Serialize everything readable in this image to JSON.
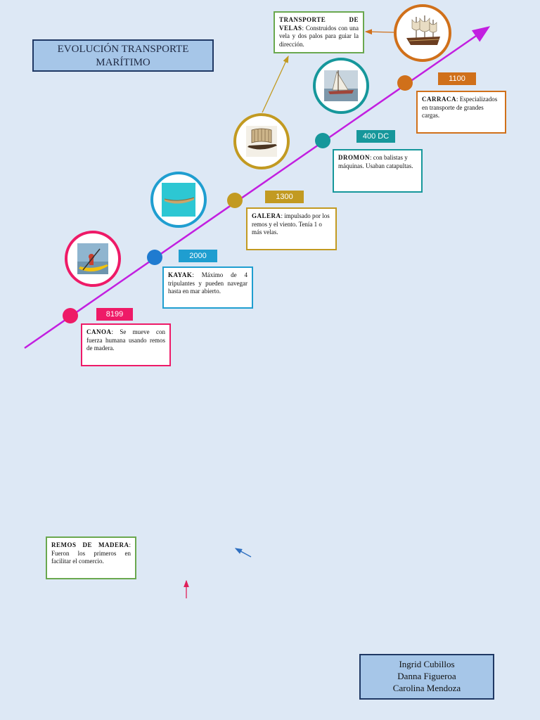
{
  "title": {
    "line1": "EVOLUCIÓN TRANSPORTE",
    "line2": "MARÍTIMO"
  },
  "colors": {
    "timeline": "#c21fe0",
    "canoa": "#ee1a67",
    "kayak": "#1f9ed0",
    "galera": "#c29a21",
    "dromon": "#16979b",
    "carraca": "#d0701a",
    "velas": "#6aa84f",
    "remos": "#6aa84f"
  },
  "stages": [
    {
      "id": "canoa",
      "year": "8199",
      "name": "CANOA",
      "text": ": Se mueve con fuerza humana usando remos de madera.",
      "image": "kayak-rower-icon"
    },
    {
      "id": "kayak",
      "year": "2000",
      "name": "KAYAK",
      "text": ": Máximo de 4 tripulantes y pueden navegar hasta en mar abierto.",
      "image": "wooden-canoe-icon"
    },
    {
      "id": "galera",
      "year": "1300",
      "name": "GALERA",
      "text": ": impulsado por los remos y el viento. Tenía 1 o más velas.",
      "image": "galley-ship-icon"
    },
    {
      "id": "dromon",
      "year": "400 DC",
      "name": "DROMON",
      "text": ": con balistas y máquinas. Usaban catapultas.",
      "image": "sail-boat-icon"
    },
    {
      "id": "carraca",
      "year": "1100",
      "name": "CARRACA",
      "text": ": Especializados en transporte de grandes cargas.",
      "image": "carrack-ship-icon"
    }
  ],
  "velas": {
    "name": "TRANSPORTE DE VELAS",
    "text": ": Construidos con una vela y dos palos para guiar la dirección."
  },
  "remos": {
    "name": "REMOS DE MADERA",
    "text": ": Fueron los primeros en facilitar el comercio."
  },
  "authors": [
    "Ingrid Cubillos",
    "Danna Figueroa",
    "Carolina Mendoza"
  ]
}
